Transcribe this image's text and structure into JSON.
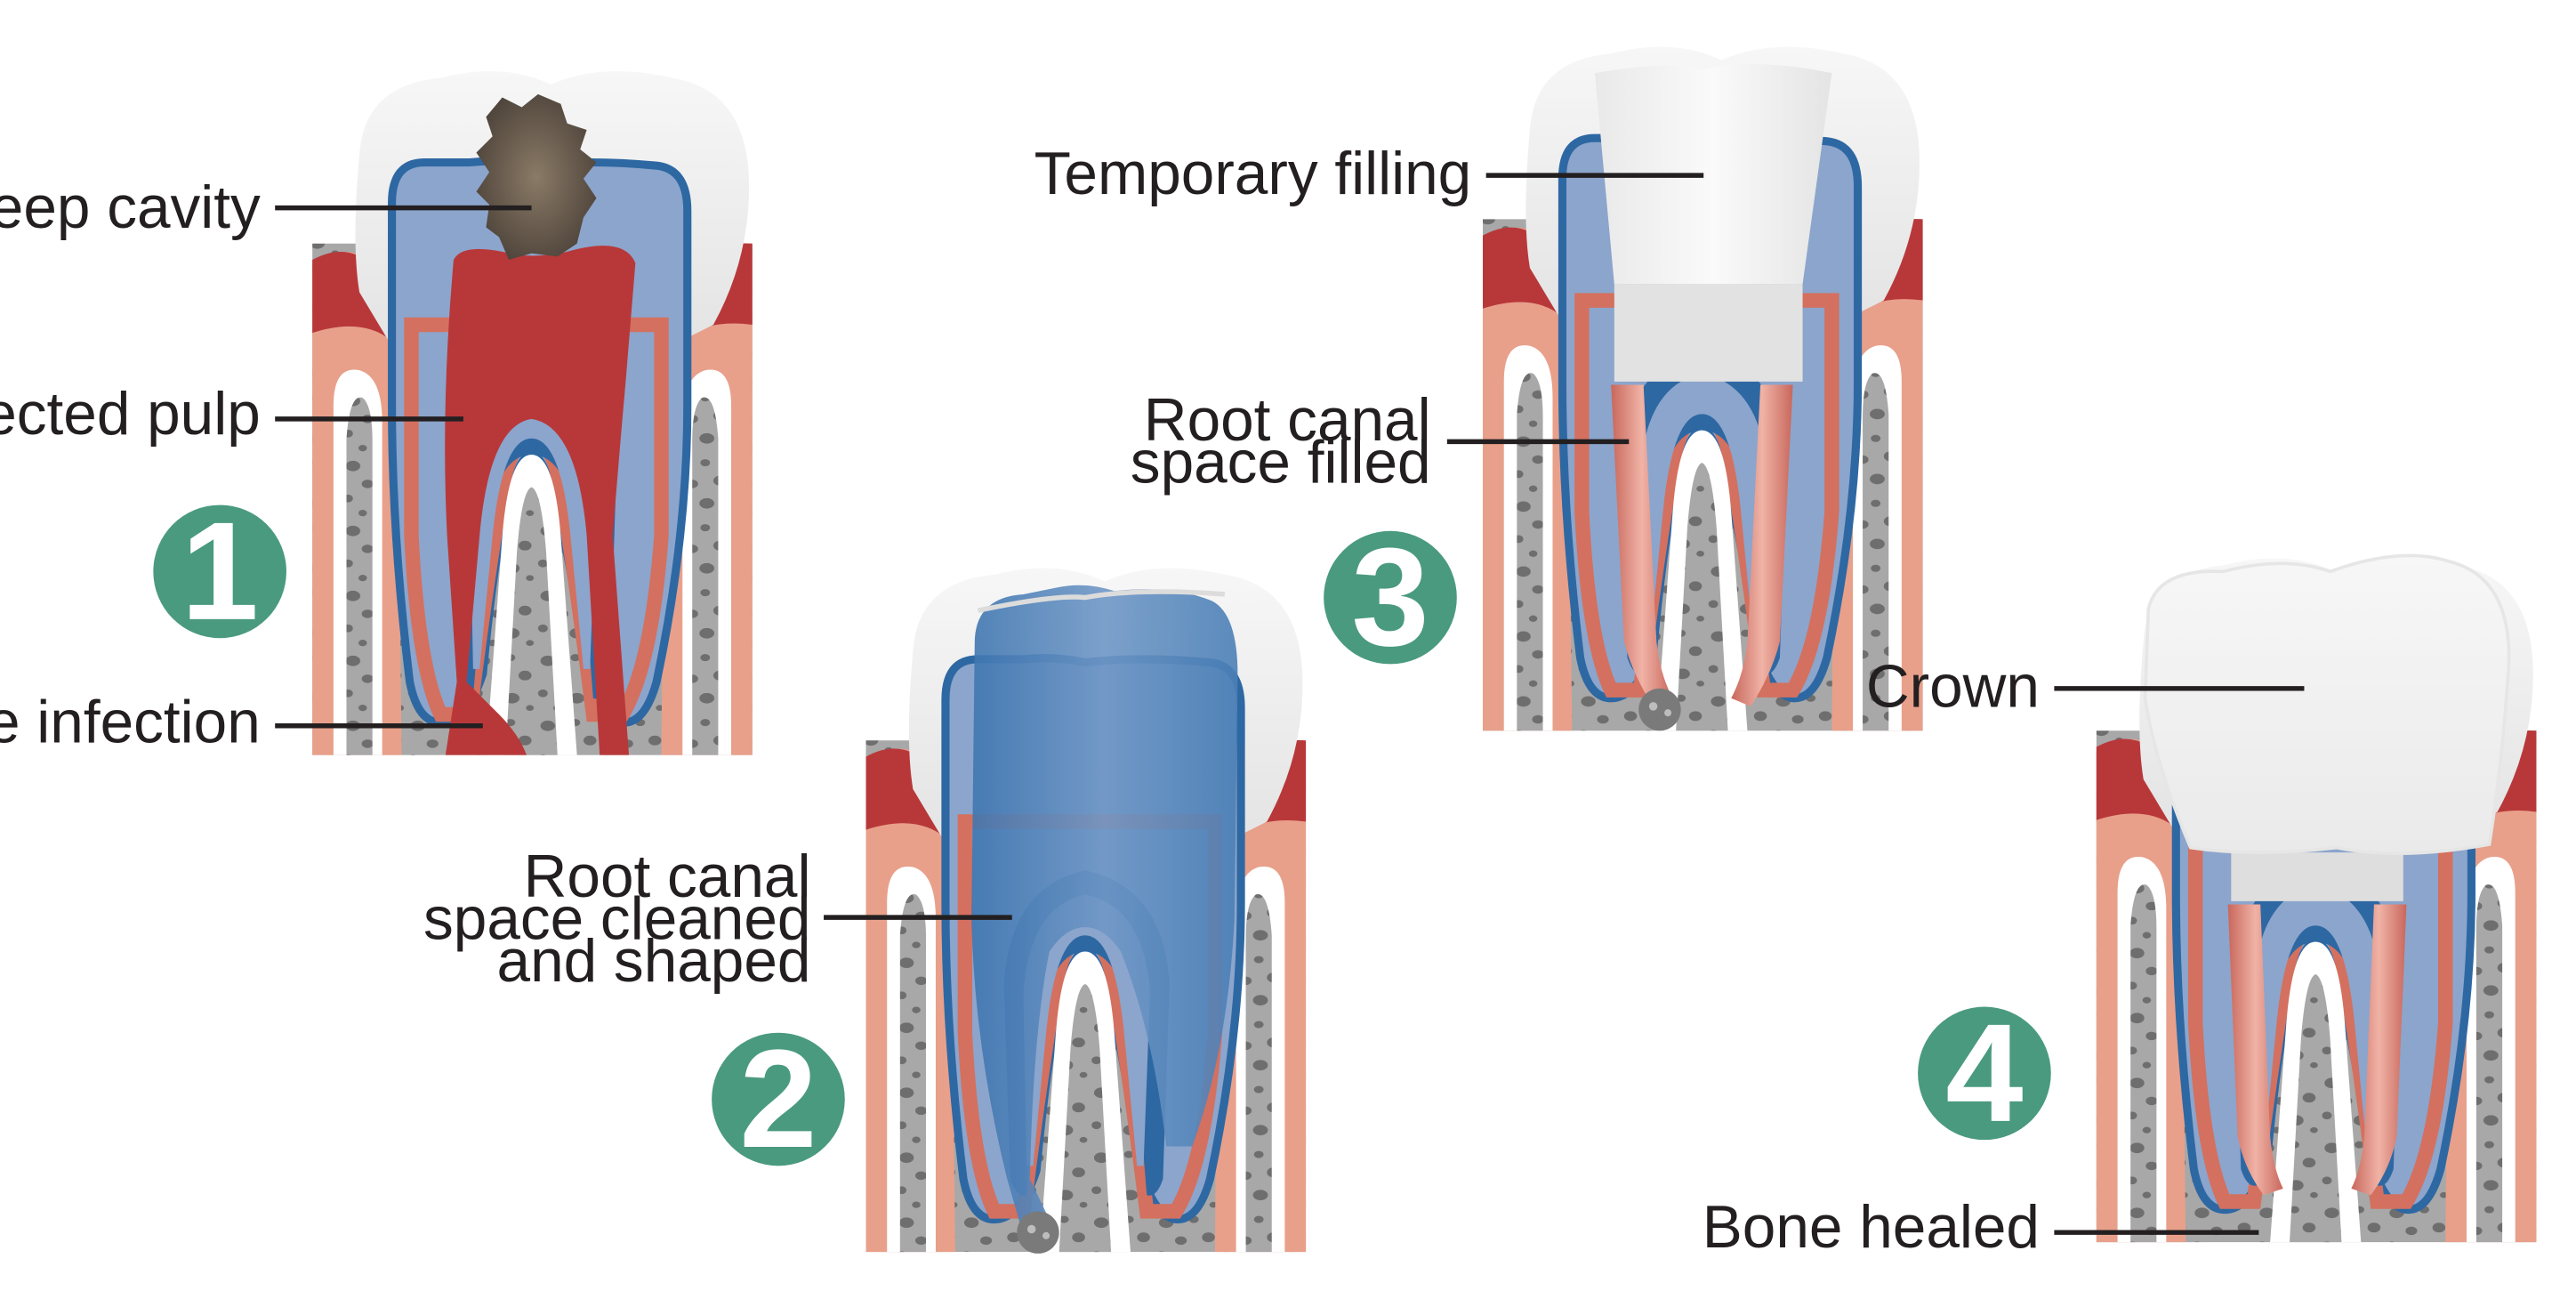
{
  "colors": {
    "badge": "#4a9a80",
    "gum_dark": "#b8383a",
    "gum_mid": "#d4705f",
    "gum_light": "#e8a08a",
    "bone": "#a8a8a8",
    "bone_pore": "#6e6e6e",
    "dentin": "#8ca5cc",
    "blue_line": "#2e68a3",
    "pulp_healthy": "#d58877",
    "pulp_infected": "#b8383a",
    "enamel": "#eeeeee",
    "root_filling": "#d98a80",
    "cavity": "#6b5a48"
  },
  "steps": [
    {
      "number": "1",
      "labels": {
        "deep_cavity": "Deep cavity",
        "infected_pulp": "Infected pulp",
        "bone_infection": "Bone infection"
      }
    },
    {
      "number": "2",
      "labels": {
        "cleaned_1": "Root canal",
        "cleaned_2": "space cleaned",
        "cleaned_3": "and shaped"
      }
    },
    {
      "number": "3",
      "labels": {
        "temporary_filling": "Temporary filling",
        "filled_1": "Root canal",
        "filled_2": "space filled"
      }
    },
    {
      "number": "4",
      "labels": {
        "crown": "Crown",
        "bone_healed": "Bone healed"
      }
    }
  ]
}
